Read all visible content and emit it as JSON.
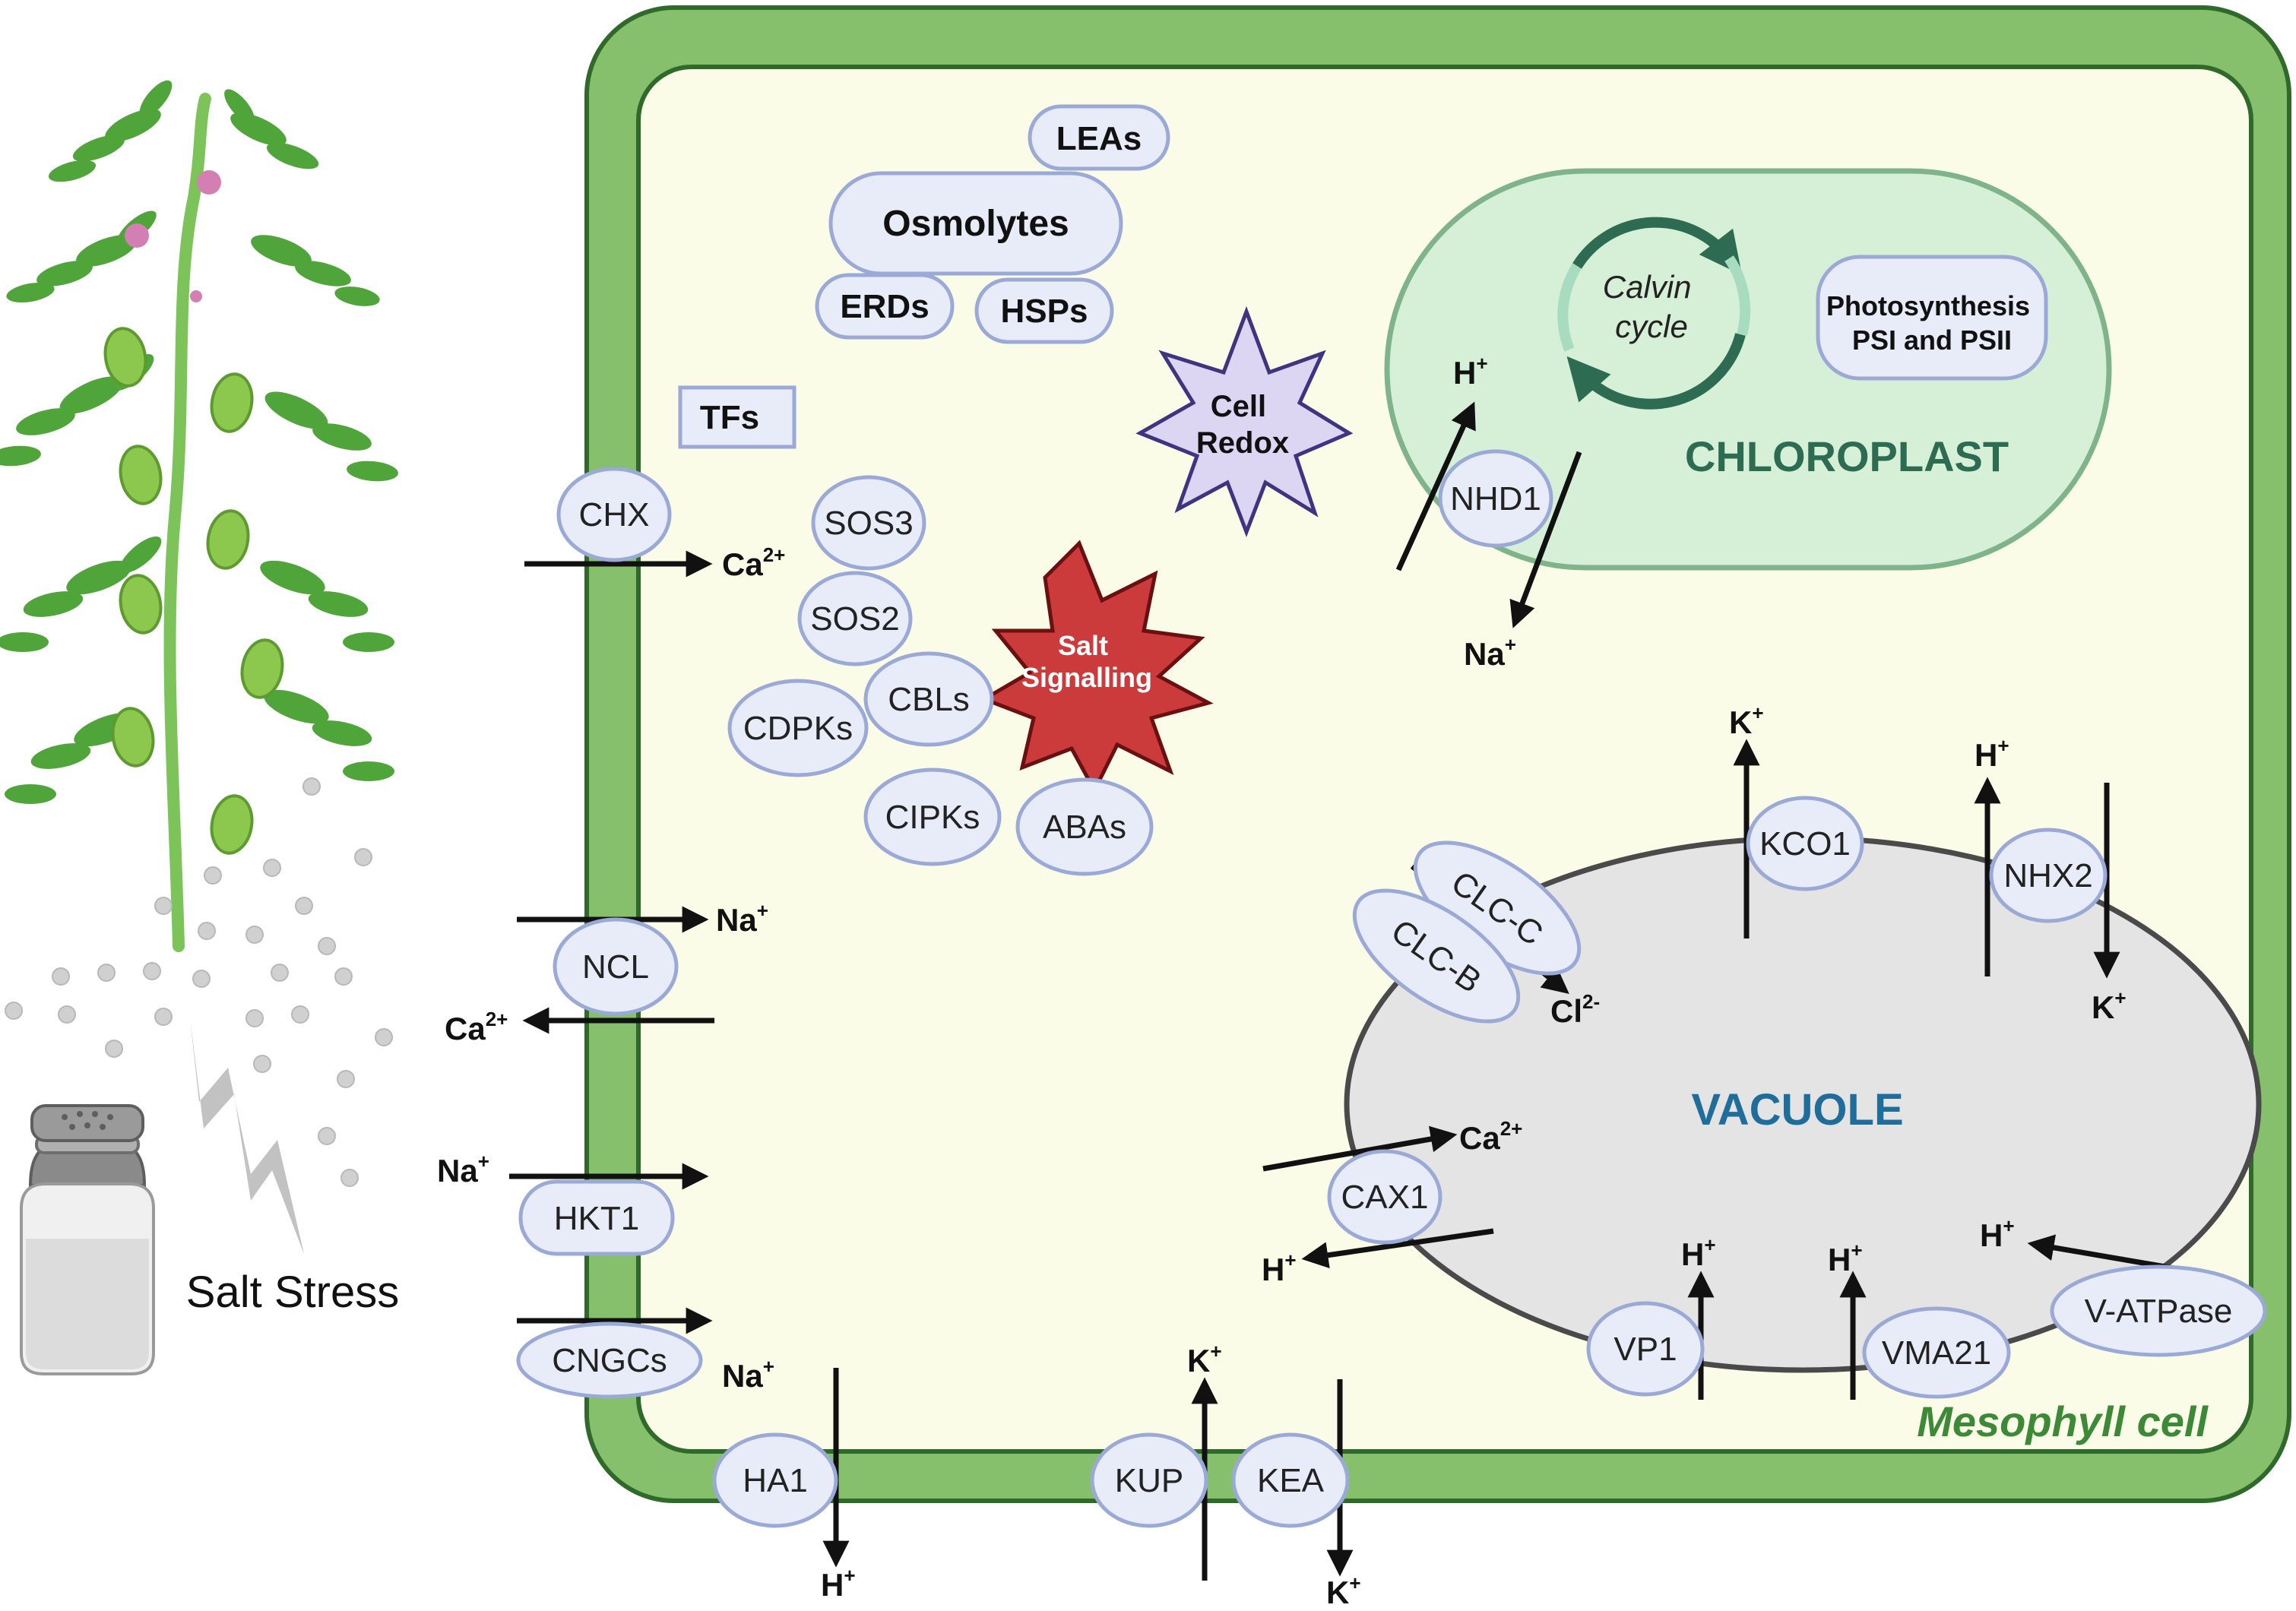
{
  "plant": {
    "label": "Salt Stress"
  },
  "cell": {
    "label": "Mesophyll cell"
  },
  "cytoplasm": {
    "leas": "LEAs",
    "osmolytes": "Osmolytes",
    "erds": "ERDs",
    "hsps": "HSPs",
    "tfs": "TFs",
    "sos3": "SOS3",
    "sos2": "SOS2",
    "cbls": "CBLs",
    "cdpks": "CDPKs",
    "cipks": "CIPKs",
    "abas": "ABAs",
    "cell_redox": [
      "Cell",
      "Redox"
    ],
    "salt_signalling": [
      "Salt",
      "Signalling"
    ]
  },
  "chloroplast": {
    "label": "CHLOROPLAST",
    "calvin": [
      "Calvin",
      "cycle"
    ],
    "photosynthesis": [
      "Photosynthesis",
      "PSI and PSII"
    ],
    "nhd1": "NHD1"
  },
  "vacuole": {
    "label": "VACUOLE",
    "transporters": {
      "kco1": "KCO1",
      "nhx2": "NHX2",
      "clcc": "CLC-C",
      "clcb": "CLC-B",
      "cax1": "CAX1",
      "vp1": "VP1",
      "vma21": "VMA21",
      "vatpase": "V-ATPase"
    }
  },
  "membrane": {
    "chx": "CHX",
    "ncl": "NCL",
    "hkt1": "HKT1",
    "cngcs": "CNGCs",
    "ha1": "HA1",
    "kup": "KUP",
    "kea": "KEA"
  },
  "ions": {
    "ca": "Ca",
    "na": "Na",
    "k": "K",
    "h": "H",
    "cl": "Cl",
    "plus": "+",
    "two_plus": "2+",
    "two_minus": "2-"
  },
  "colors": {
    "cell_wall": "#86c06c",
    "cytoplasm": "#fbfce8",
    "chloroplast": "#d6efd7",
    "chloroplast_text": "#2e6b53",
    "vacuole": "#e4e4e4",
    "vacuole_text": "#1f6d9a",
    "cell_label": "#3c8a37",
    "salt_signalling": "#cc3b3b",
    "cell_redox": "#ddd6f3"
  }
}
